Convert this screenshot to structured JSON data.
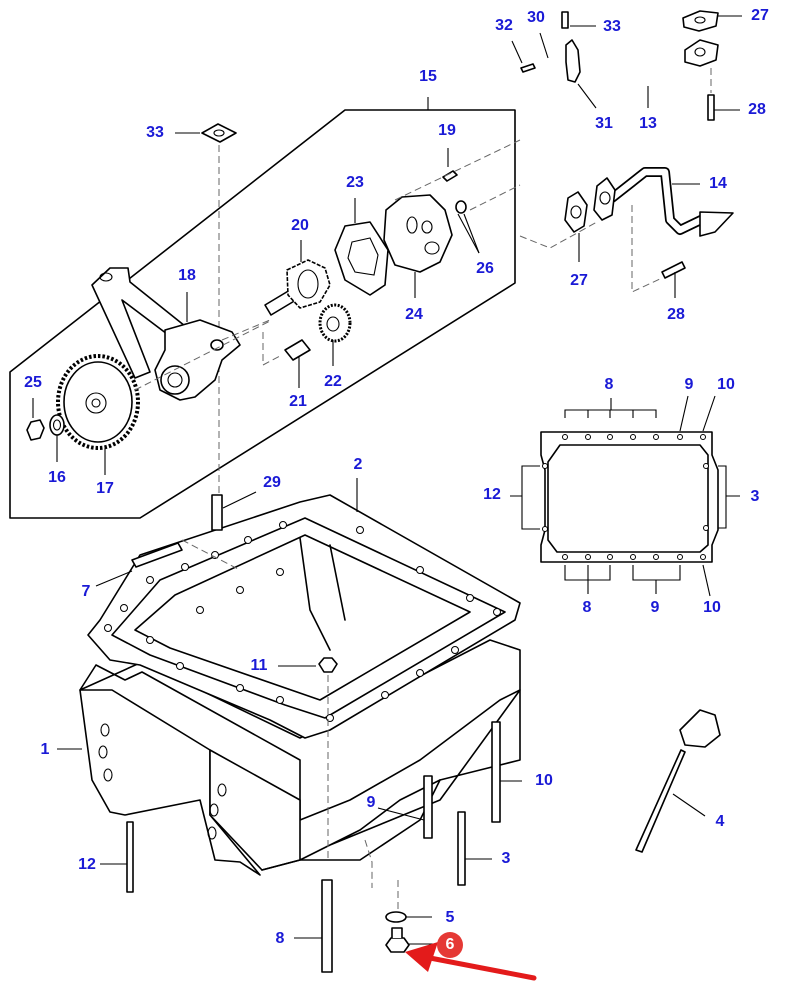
{
  "diagram": {
    "title": "Oil pump and oil sump assembly - exploded parts view",
    "colors": {
      "callout_text": "#1a1ad6",
      "highlight_badge": "#e53935",
      "highlight_text": "#ffffff",
      "arrow": "#e31b1b",
      "linework": "#000000"
    },
    "highlighted_part": "6",
    "callouts": [
      {
        "id": "c32a",
        "label": "32"
      },
      {
        "id": "c30",
        "label": "30"
      },
      {
        "id": "c33a",
        "label": "33"
      },
      {
        "id": "c27a",
        "label": "27"
      },
      {
        "id": "c31",
        "label": "31"
      },
      {
        "id": "c13",
        "label": "13"
      },
      {
        "id": "c28a",
        "label": "28"
      },
      {
        "id": "c15",
        "label": "15"
      },
      {
        "id": "c33b",
        "label": "33"
      },
      {
        "id": "c19",
        "label": "19"
      },
      {
        "id": "c23",
        "label": "23"
      },
      {
        "id": "c14",
        "label": "14"
      },
      {
        "id": "c20",
        "label": "20"
      },
      {
        "id": "c26",
        "label": "26"
      },
      {
        "id": "c27b",
        "label": "27"
      },
      {
        "id": "c18",
        "label": "18"
      },
      {
        "id": "c24",
        "label": "24"
      },
      {
        "id": "c28b",
        "label": "28"
      },
      {
        "id": "c25",
        "label": "25"
      },
      {
        "id": "c22",
        "label": "22"
      },
      {
        "id": "c21",
        "label": "21"
      },
      {
        "id": "c16",
        "label": "16"
      },
      {
        "id": "c17",
        "label": "17"
      },
      {
        "id": "c8a",
        "label": "8"
      },
      {
        "id": "c9a",
        "label": "9"
      },
      {
        "id": "c10a",
        "label": "10"
      },
      {
        "id": "c2",
        "label": "2"
      },
      {
        "id": "c29",
        "label": "29"
      },
      {
        "id": "c12a",
        "label": "12"
      },
      {
        "id": "c3a",
        "label": "3"
      },
      {
        "id": "c7",
        "label": "7"
      },
      {
        "id": "c8b",
        "label": "8"
      },
      {
        "id": "c9b",
        "label": "9"
      },
      {
        "id": "c10b",
        "label": "10"
      },
      {
        "id": "c11",
        "label": "11"
      },
      {
        "id": "c1",
        "label": "1"
      },
      {
        "id": "c10c",
        "label": "10"
      },
      {
        "id": "c4",
        "label": "4"
      },
      {
        "id": "c9c",
        "label": "9"
      },
      {
        "id": "c12b",
        "label": "12"
      },
      {
        "id": "c3b",
        "label": "3"
      },
      {
        "id": "c5",
        "label": "5"
      },
      {
        "id": "c8c",
        "label": "8"
      },
      {
        "id": "c6",
        "label": "6"
      }
    ]
  }
}
